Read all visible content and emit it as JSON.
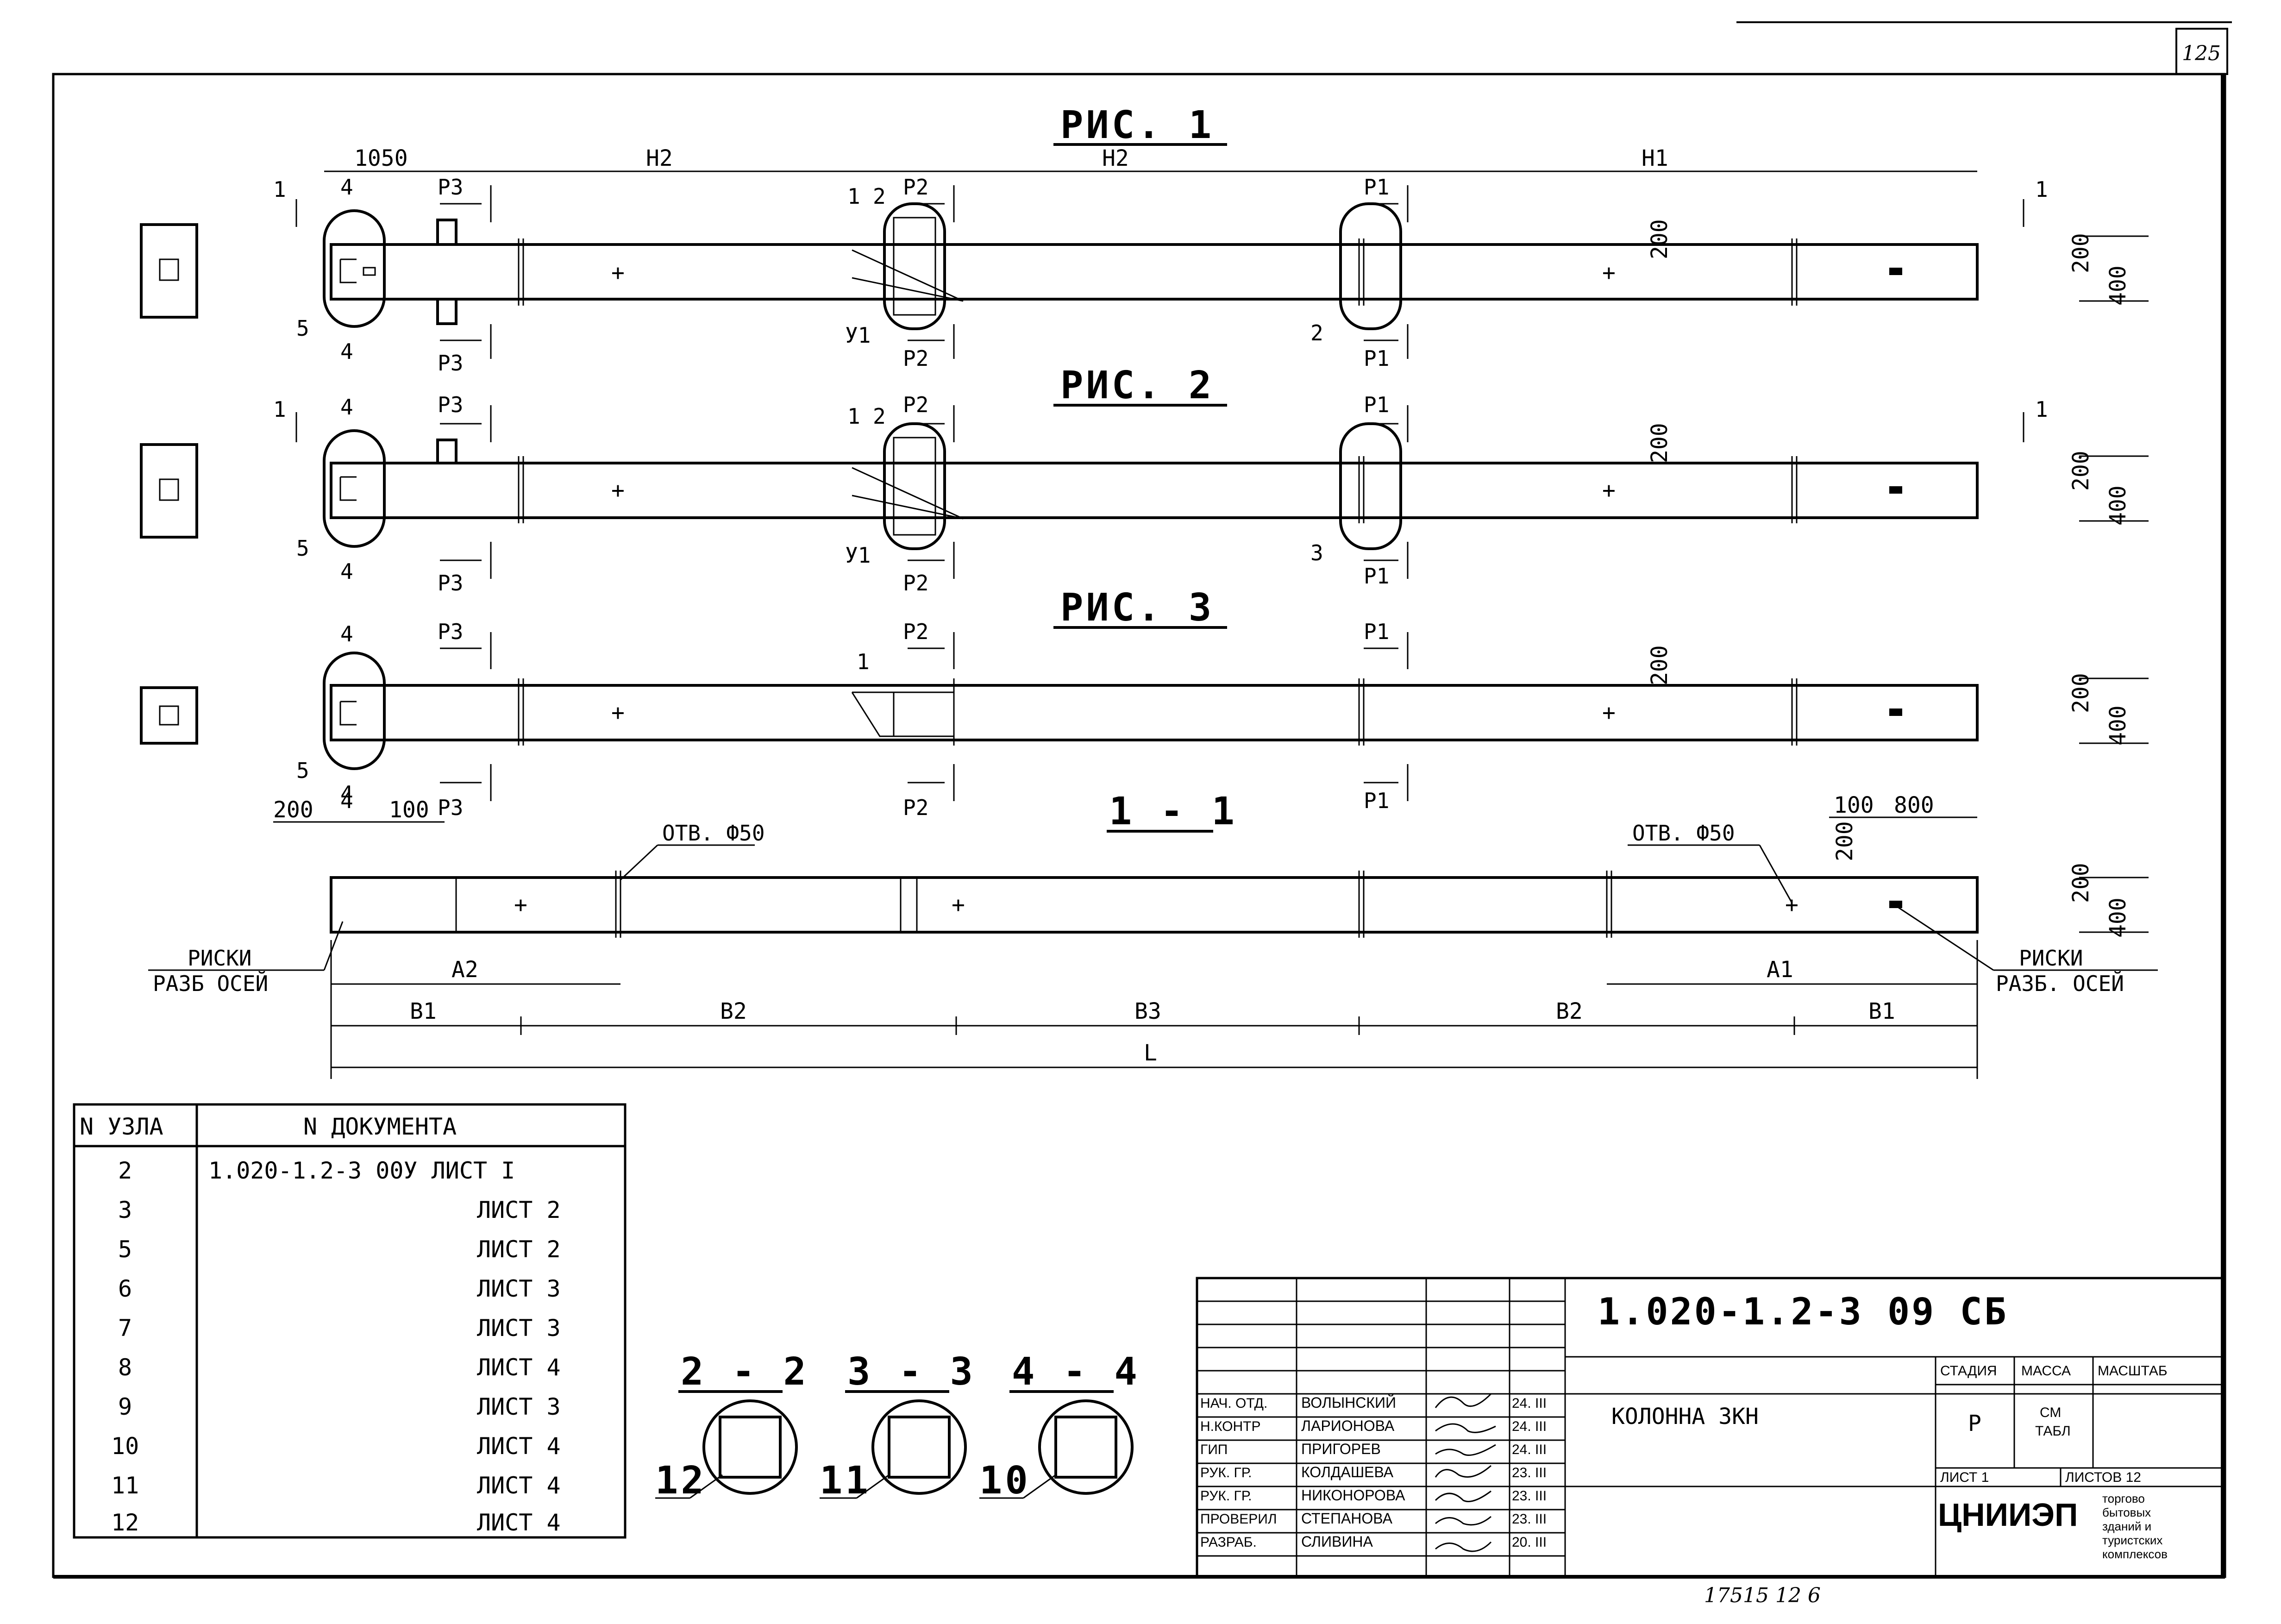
{
  "sheet_number": "125",
  "figures": [
    {
      "title": "РИС. 1",
      "dims_top": [
        "1050",
        "Н2",
        "Н2",
        "Н1"
      ],
      "section_right": "1",
      "section_left": "1",
      "node_labels": [
        "4",
        "5",
        "4",
        "1",
        "2",
        "У1",
        "2"
      ],
      "cut_labels": [
        "Р3",
        "Р3",
        "Р2",
        "Р2",
        "Р1",
        "Р1"
      ]
    },
    {
      "title": "РИС. 2",
      "section_right": "1",
      "section_left": "1",
      "node_labels": [
        "4",
        "5",
        "4",
        "1",
        "2",
        "У1",
        "3"
      ],
      "cut_labels": [
        "Р3",
        "Р3",
        "Р2",
        "Р2",
        "Р1",
        "Р1"
      ]
    },
    {
      "title": "РИС. 3",
      "node_labels": [
        "4",
        "5",
        "4",
        "1"
      ],
      "cut_labels": [
        "Р3",
        "Р3",
        "Р2",
        "Р2",
        "Р1",
        "Р1"
      ]
    }
  ],
  "dims_vertical": [
    "200",
    "200",
    "400"
  ],
  "section_1_1": {
    "title": "1 - 1",
    "dims_left": [
      "200",
      "4",
      "100"
    ],
    "dims_right": [
      "100",
      "800"
    ],
    "hole_left": "ОТВ. Ф50",
    "hole_right": "ОТВ. Ф50",
    "marks_left": [
      "РИСКИ",
      "РАЗБ ОСЕЙ"
    ],
    "marks_right": [
      "РИСКИ",
      "РАЗБ. ОСЕЙ"
    ],
    "dim_a": [
      "А2",
      "А1"
    ],
    "dim_b": [
      "В1",
      "В2",
      "В3",
      "В2",
      "В1"
    ],
    "dim_total": "L"
  },
  "node_table": {
    "headers": [
      "N УЗЛА",
      "N ДОКУМЕНТА"
    ],
    "rows": [
      [
        "2",
        "1.020-1.2-3 00У ЛИСТ I"
      ],
      [
        "3",
        "ЛИСТ 2"
      ],
      [
        "5",
        "ЛИСТ 2"
      ],
      [
        "6",
        "ЛИСТ 3"
      ],
      [
        "7",
        "ЛИСТ 3"
      ],
      [
        "8",
        "ЛИСТ 4"
      ],
      [
        "9",
        "ЛИСТ 3"
      ],
      [
        "10",
        "ЛИСТ 4"
      ],
      [
        "11",
        "ЛИСТ 4"
      ],
      [
        "12",
        "ЛИСТ 4"
      ]
    ]
  },
  "cross_sections": [
    {
      "label": "2 - 2",
      "ref": "12"
    },
    {
      "label": "3 - 3",
      "ref": "11"
    },
    {
      "label": "4 - 4",
      "ref": "10"
    }
  ],
  "title_block": {
    "code": "1.020-1.2-3 09 СБ",
    "title": "КОЛОННА 3КН",
    "roles": [
      {
        "role": "НАЧ. ОТД.",
        "name": "ВОЛЫНСКИЙ",
        "date": "24. III"
      },
      {
        "role": "Н.КОНТР",
        "name": "ЛАРИОНОВА",
        "date": "24. III"
      },
      {
        "role": "ГИП",
        "name": "ПРИГОРЕВ",
        "date": "24. III"
      },
      {
        "role": "РУК. ГР.",
        "name": "КОЛДАШЕВА",
        "date": "23. III"
      },
      {
        "role": "РУК. ГР.",
        "name": "НИКОНОРОВА",
        "date": "23. III"
      },
      {
        "role": "ПРОВЕРИЛ",
        "name": "СТЕПАНОВА",
        "date": "23. III"
      },
      {
        "role": "РАЗРАБ.",
        "name": "СЛИВИНА",
        "date": "20. III"
      }
    ],
    "stage_header": "СТАДИЯ",
    "mass_header": "МАССА",
    "scale_header": "МАСШТАБ",
    "stage": "Р",
    "mass_line1": "СМ",
    "mass_line2": "ТАБЛ",
    "sheet_label": "ЛИСТ  1",
    "sheets_label": "ЛИСТОВ  12",
    "org": "ЦНИИЭП",
    "org_sub": [
      "торгово",
      "бытовых",
      "зданий и",
      "туристских",
      "комплексов"
    ]
  },
  "bottom_note": "17515   12 6"
}
